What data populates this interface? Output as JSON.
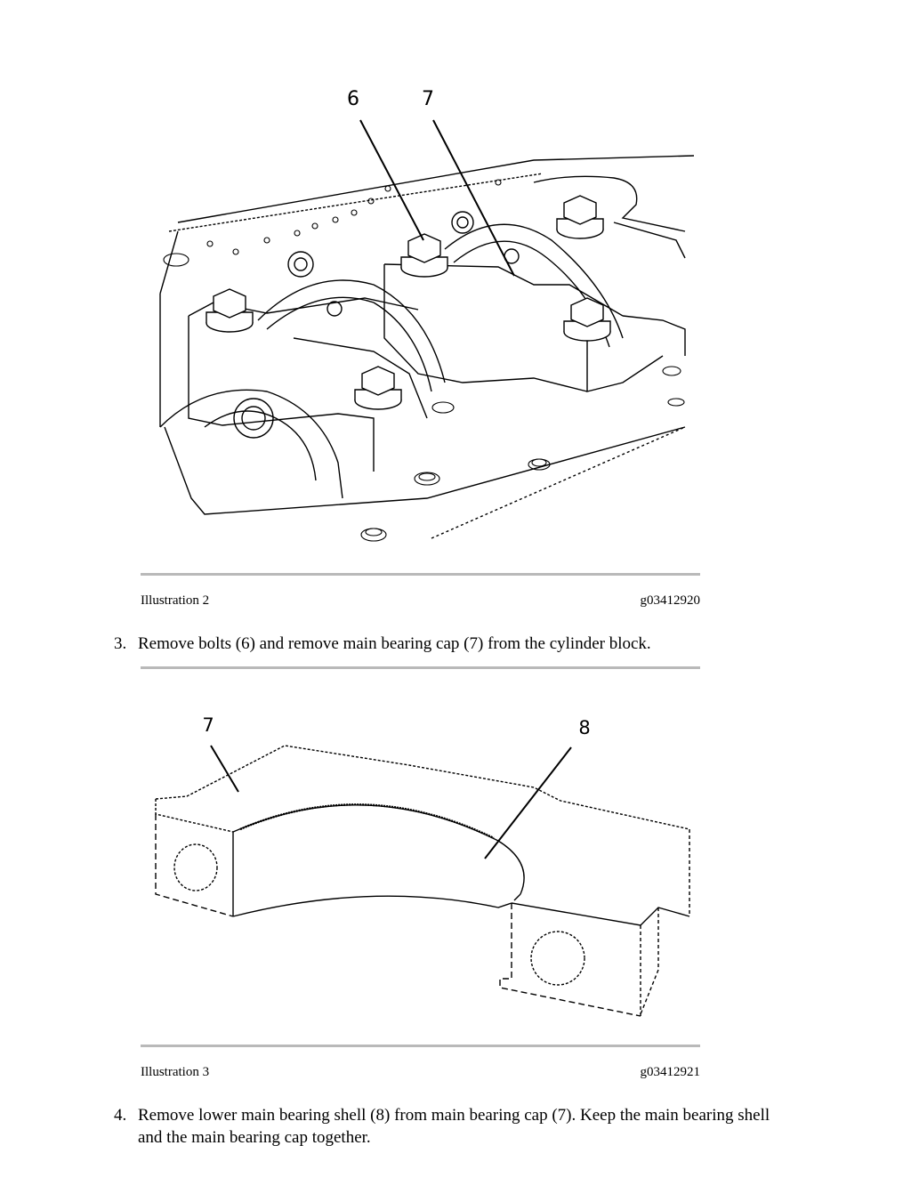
{
  "illustration2": {
    "caption_label": "Illustration 2",
    "caption_id": "g03412920",
    "callouts": [
      "6",
      "7"
    ]
  },
  "step3": {
    "number": "3.",
    "text": "Remove bolts (6) and remove main bearing cap (7) from the cylinder block."
  },
  "illustration3": {
    "caption_label": "Illustration 3",
    "caption_id": "g03412921",
    "callouts": [
      "7",
      "8"
    ]
  },
  "step4": {
    "number": "4.",
    "text": "Remove lower main bearing shell (8) from main bearing cap (7). Keep the main bearing shell and the main bearing cap together."
  }
}
